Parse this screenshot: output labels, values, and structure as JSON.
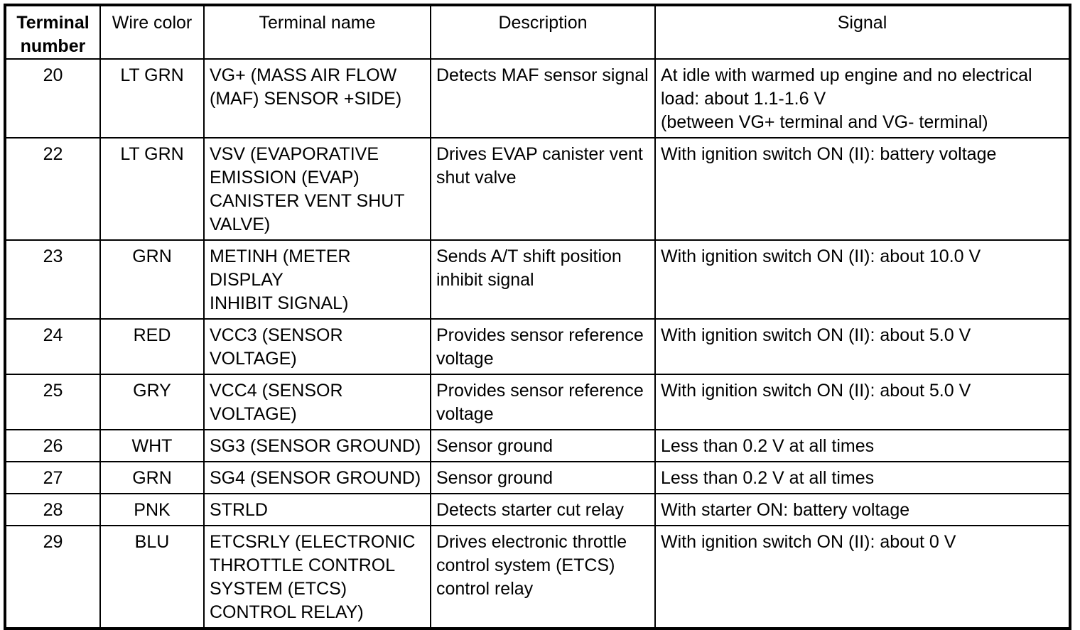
{
  "document": {
    "type": "terminal-wiring-specification-table",
    "title": ""
  },
  "table": {
    "columns": [
      {
        "key": "terminal_number",
        "label": "Terminal\nnumber",
        "bold": true,
        "align": "center"
      },
      {
        "key": "wire_color",
        "label": "Wire color",
        "bold": false,
        "align": "center"
      },
      {
        "key": "terminal_name",
        "label": "Terminal name",
        "bold": false,
        "align": "center"
      },
      {
        "key": "description",
        "label": "Description",
        "bold": false,
        "align": "center"
      },
      {
        "key": "signal",
        "label": "Signal",
        "bold": false,
        "align": "center"
      }
    ],
    "rows": [
      {
        "terminal_number": "20",
        "wire_color": "LT GRN",
        "terminal_name": "VG+ (MASS AIR FLOW\n(MAF) SENSOR +SIDE)",
        "description": "Detects MAF sensor signal",
        "signal": "At idle with warmed up engine and no electrical\nload: about 1.1-1.6 V\n(between VG+ terminal and VG- terminal)",
        "height": 98
      },
      {
        "terminal_number": "22",
        "wire_color": "LT GRN",
        "terminal_name": "VSV (EVAPORATIVE\nEMISSION (EVAP)\nCANISTER VENT SHUT\nVALVE)",
        "description": "Drives EVAP canister vent\nshut valve",
        "signal": "With ignition switch ON (II): battery voltage",
        "height": 123
      },
      {
        "terminal_number": "23",
        "wire_color": "GRN",
        "terminal_name": "METINH (METER DISPLAY\nINHIBIT SIGNAL)",
        "description": "Sends A/T shift position\ninhibit signal",
        "signal": "With ignition switch ON (II): about 10.0 V",
        "height": 67
      },
      {
        "terminal_number": "24",
        "wire_color": "RED",
        "terminal_name": "VCC3 (SENSOR\nVOLTAGE)",
        "description": "Provides sensor reference\nvoltage",
        "signal": "With ignition switch ON (II): about 5.0 V",
        "height": 67
      },
      {
        "terminal_number": "25",
        "wire_color": "GRY",
        "terminal_name": "VCC4 (SENSOR\nVOLTAGE)",
        "description": "Provides sensor reference\nvoltage",
        "signal": "With ignition switch ON (II): about 5.0 V",
        "height": 67
      },
      {
        "terminal_number": "26",
        "wire_color": "WHT",
        "terminal_name": "SG3 (SENSOR GROUND)",
        "description": "Sensor ground",
        "signal": "Less than 0.2 V at all times",
        "height": 37
      },
      {
        "terminal_number": "27",
        "wire_color": "GRN",
        "terminal_name": "SG4 (SENSOR GROUND)",
        "description": "Sensor ground",
        "signal": "Less than 0.2 V at all times",
        "height": 37
      },
      {
        "terminal_number": "28",
        "wire_color": "PNK",
        "terminal_name": "STRLD",
        "description": "Detects starter cut relay",
        "signal": "With starter ON: battery voltage",
        "height": 37
      },
      {
        "terminal_number": "29",
        "wire_color": "BLU",
        "terminal_name": "ETCSRLY (ELECTRONIC\nTHROTTLE CONTROL\nSYSTEM (ETCS)\nCONTROL RELAY)",
        "description": "Drives electronic throttle\ncontrol system (ETCS)\ncontrol relay",
        "signal": "With ignition switch ON (II): about 0 V",
        "height": 122
      }
    ]
  },
  "style": {
    "text_color": "#000000",
    "background_color": "#ffffff",
    "border_color": "#000000"
  }
}
